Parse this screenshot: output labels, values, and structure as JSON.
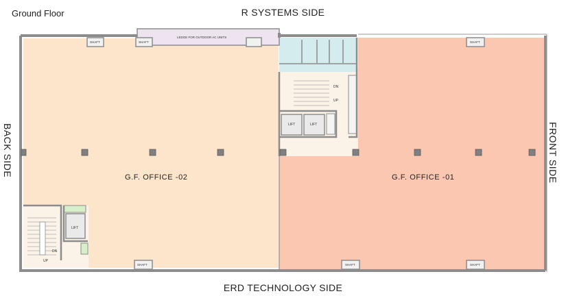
{
  "plan": {
    "title": "Ground Floor",
    "side_top": "R SYSTEMS SIDE",
    "side_bottom": "ERD TECHNOLOGY SIDE",
    "side_left": "BACK SIDE",
    "side_right": "FRONT SIDE",
    "office_02_label": "G.F.  OFFICE -02",
    "office_01_label": "G.F.  OFFICE -01",
    "ledge_label": "LEDGE FOR OUTDOOR AC UNITS",
    "shaft_label": "SHAFT",
    "lift_label": "LIFT",
    "up_label": "UP",
    "dn_label": "DN"
  },
  "colors": {
    "office_02_fill": "#fde5cc",
    "office_01_fill": "#fbc7b1",
    "ledge_fill": "#eee4f0",
    "toilet_fill": "#d5ecee",
    "core_fill": "#fbf2e8",
    "wall": "#8c8c8c"
  }
}
